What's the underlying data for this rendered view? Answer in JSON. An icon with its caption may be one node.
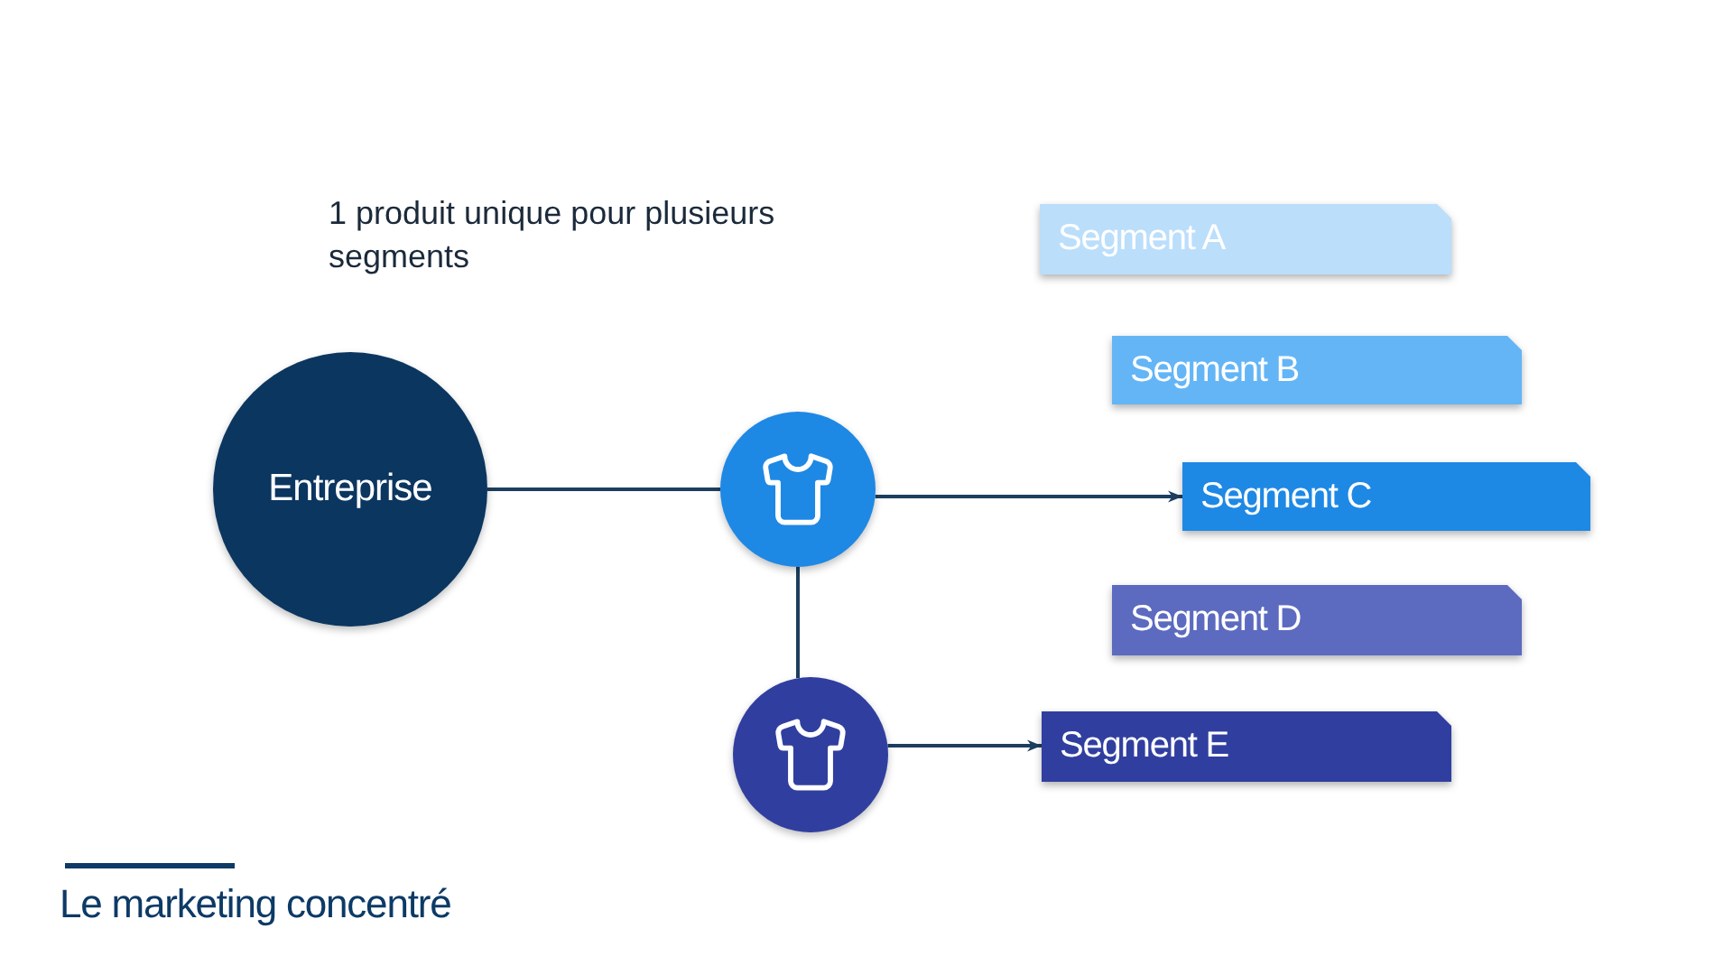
{
  "diagram": {
    "caption": "Le marketing concentré",
    "nodes": [
      {
        "text": [
          "Entreprise"
        ]
      },
      {
        "text": [],
        "shape": "circle"
      },
      {
        "text": [],
        "shape": "circle"
      },
      {
        "text": [
          "Segment A"
        ]
      },
      {
        "text": [
          "Segment B"
        ]
      },
      {
        "text": [
          "Segment C"
        ]
      },
      {
        "text": [
          "Segment D"
        ]
      },
      {
        "text": [
          "Segment E"
        ]
      }
    ],
    "edges": [
      {
        "from": 0,
        "to": 1,
        "arrow": "none"
      },
      {
        "from": 1,
        "to": 5,
        "arrow": "to"
      },
      {
        "from": 1,
        "to": 2,
        "arrow": "none"
      },
      {
        "from": 2,
        "to": 7,
        "arrow": "to"
      }
    ],
    "labels": [
      "1 produit unique pour plusieurs segments"
    ]
  }
}
